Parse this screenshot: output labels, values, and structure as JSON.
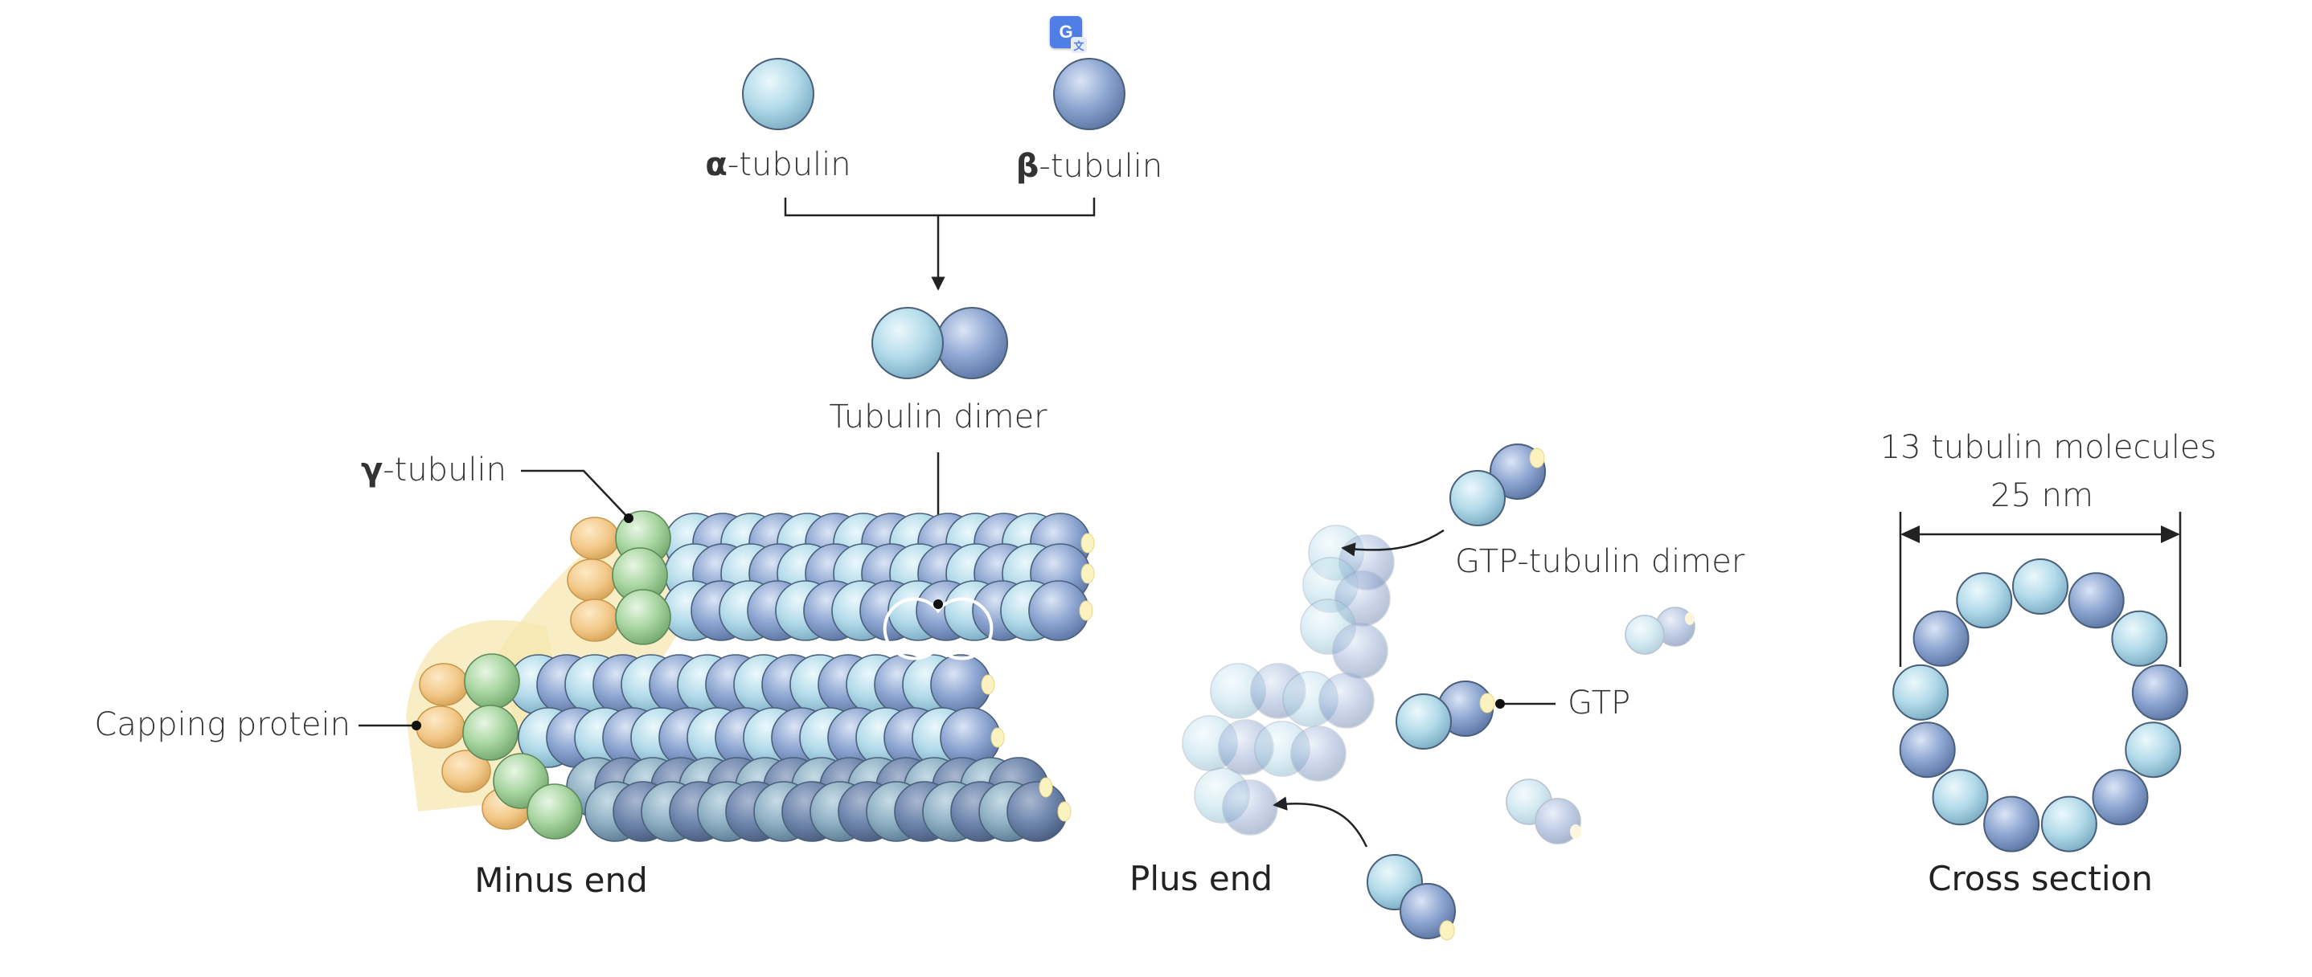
{
  "labels": {
    "alpha_symbol": "α",
    "alpha_suffix": "-tubulin",
    "beta_symbol": "β",
    "beta_suffix": "-tubulin",
    "tubulin_dimer": "Tubulin dimer",
    "gamma_symbol": "γ",
    "gamma_suffix": "-tubulin",
    "gtp_tubulin_dimer": "GTP-tubulin dimer",
    "gtp": "GTP",
    "capping_protein": "Capping protein",
    "minus_end": "Minus end",
    "plus_end": "Plus end",
    "cross_section_count": "13 tubulin molecules",
    "cross_section_diameter": "25 nm",
    "cross_section": "Cross section"
  },
  "badge": {
    "icon": "google-translate-icon",
    "text": "G",
    "sub": "文"
  },
  "colors": {
    "alpha": "#b3dbea",
    "beta": "#8ea6d2",
    "gamma": "#a9d6a2",
    "capping": "#f3c98a",
    "capping_shadow": "#f6e7b0",
    "gtp_cap": "#fbf2c0",
    "outline": "#4a5f7a",
    "text": "#333333"
  }
}
